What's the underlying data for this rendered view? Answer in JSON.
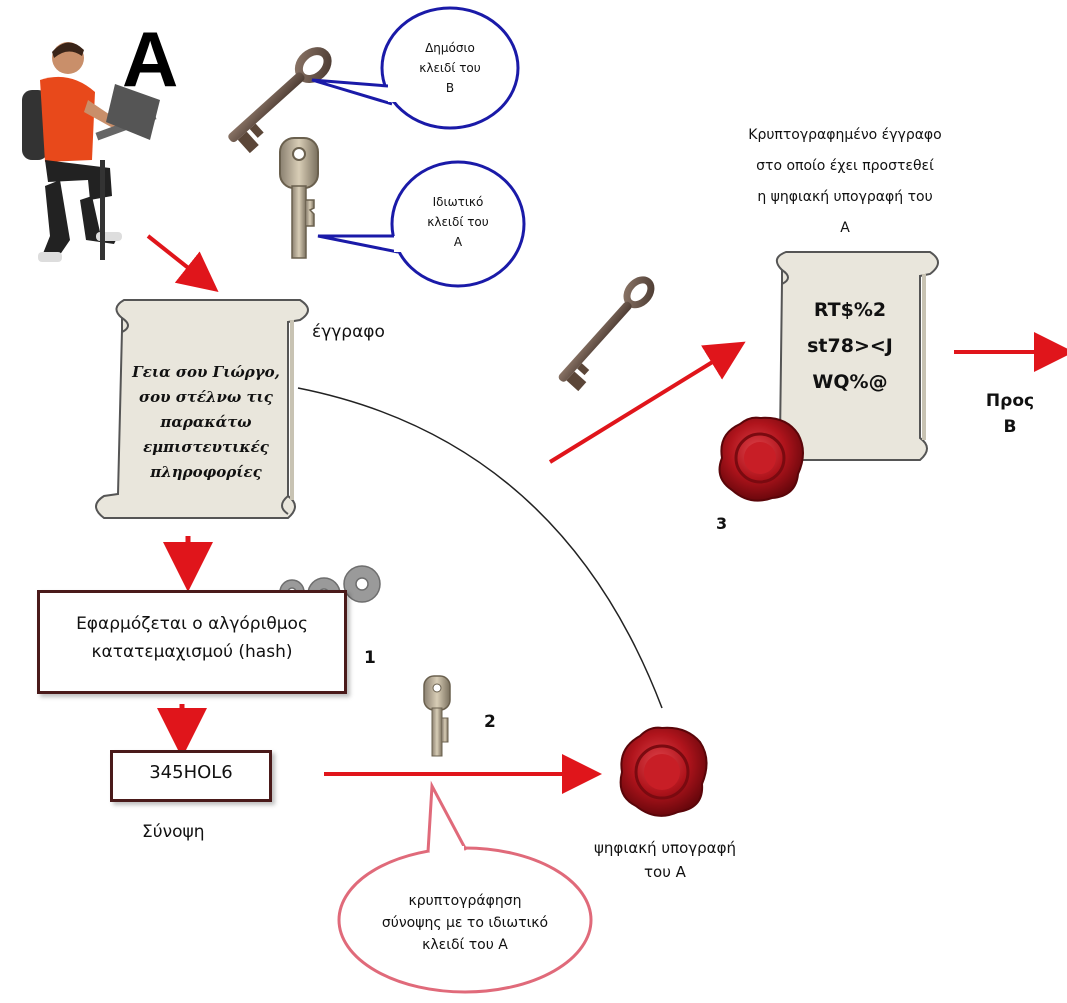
{
  "sender_label": "A",
  "bubbles": {
    "public_key": "Δημόσιο\nκλειδί του\nΒ",
    "private_key": "Ιδιωτικό\nκλειδί του\nΑ",
    "encrypt_digest": "κρυπτογράφηση\nσύνοψης με το ιδιωτικό\nκλειδί του Α"
  },
  "document": {
    "label": "έγγραφο",
    "text": "Γεια σου Γιώργο,\nσου στέλνω τις\nπαρακάτω\nεμπιστευτικές\nπληροφορίες"
  },
  "hash_box": {
    "text": "Εφαρμόζεται ο αλγόριθμος\nκατατεμαχισμού (hash)"
  },
  "digest": {
    "value": "345HOL6",
    "label": "Σύνοψη"
  },
  "signature_label": "ψηφιακή υπογραφή\nτου Α",
  "encrypted_doc": {
    "caption": "Κρυπτογραφημένο έγγραφο\nστο οποίο έχει προστεθεί\nη ψηφιακή υπογραφή του\nΑ",
    "cipher": "RT$%2\nst78><J\nWQ%@"
  },
  "to_label": "Προς\nΒ",
  "steps": {
    "one": "1",
    "two": "2",
    "three": "3"
  },
  "colors": {
    "arrow": "#e0151b",
    "bubble_blue": "#1a1aa8",
    "bubble_pink": "#e06a7a",
    "box_border": "#4a1a1a",
    "seal": "#b0141c",
    "scroll": "#e9e6dc"
  }
}
